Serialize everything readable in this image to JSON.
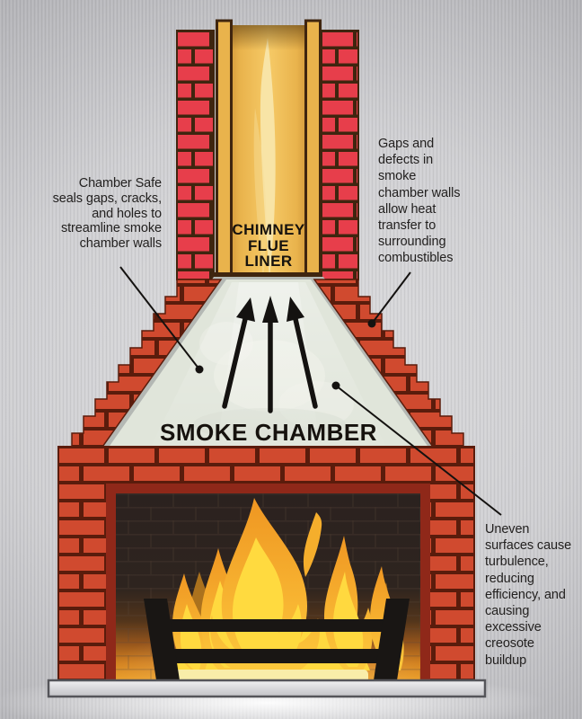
{
  "diagram": {
    "annotations": {
      "chamber_safe": "Chamber Safe\nseals gaps, cracks,\nand holes to\nstreamline smoke\nchamber walls",
      "gaps_defects": "Gaps and\ndefects in\nsmoke\nchamber walls\nallow heat\ntransfer to\nsurrounding\ncombustibles",
      "uneven_surfaces": "Uneven\nsurfaces cause\nturbulence,\nreducing\nefficiency, and\ncausing\nexcessive\ncreosote\nbuildup"
    },
    "part_labels": {
      "chimney_flue_liner": "CHIMNEY\nFLUE\nLINER",
      "smoke_chamber": "SMOKE CHAMBER"
    },
    "colors": {
      "chimney_brick": "#e73e4b",
      "body_brick": "#d04a2f",
      "mortar_top": "#3f250f",
      "mortar_body": "#5a1c0c",
      "flue_gold": "#f0bb55",
      "smoke_chamber_fill": "#e0e5da",
      "parging_gray": "#b4b8b4",
      "firebox_dark": "#2b221f",
      "flame_orange": "#f09b26",
      "flame_yellow": "#ffd93f",
      "hearth_gray": "#d8d8db",
      "annotation_text": "#232120",
      "background_metal": "#c6c6c9"
    }
  }
}
